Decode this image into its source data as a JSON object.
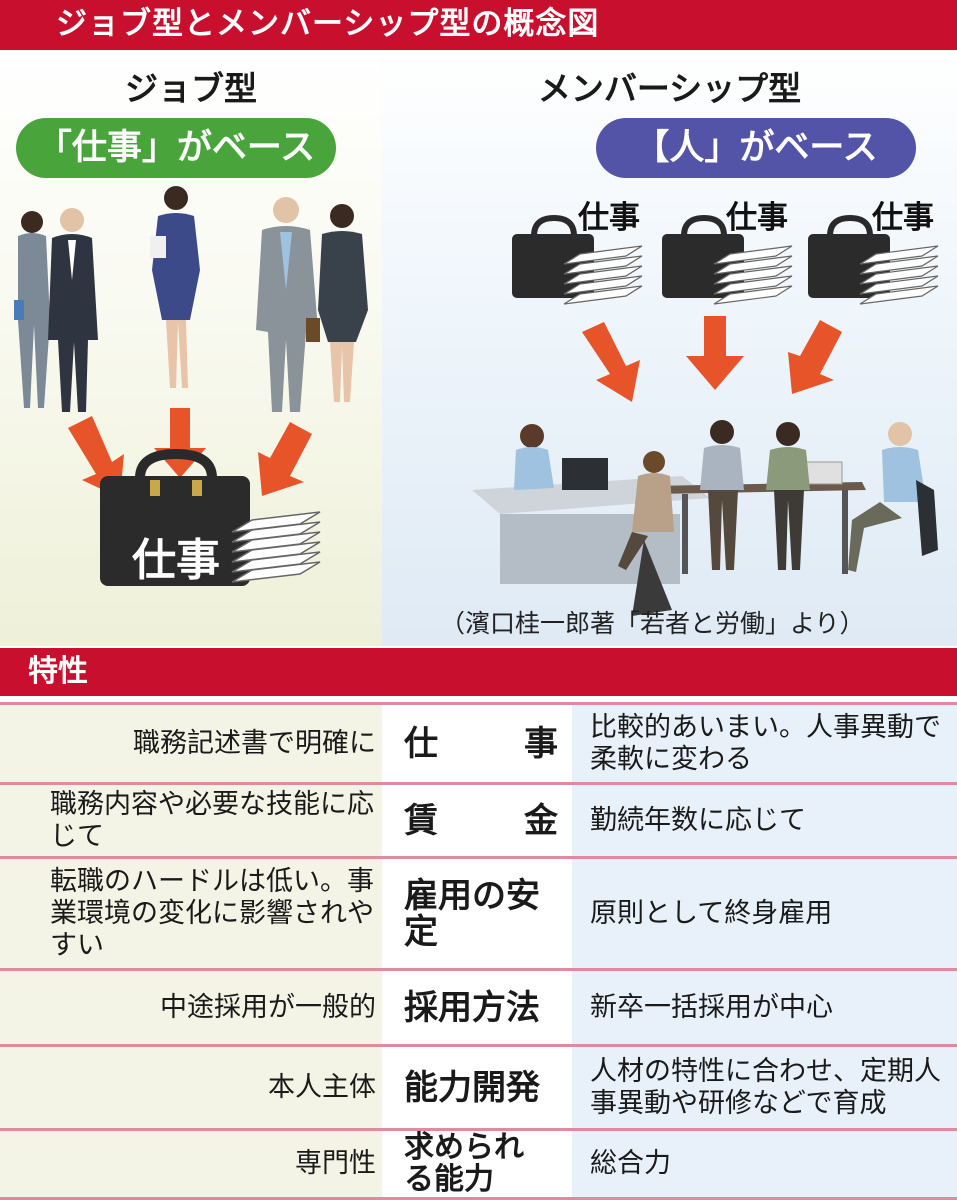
{
  "title": "ジョブ型とメンバーシップ型の概念図",
  "job_model": {
    "heading": "ジョブ型",
    "base_label": "「仕事」がベース",
    "central_job_label": "仕事"
  },
  "membership_model": {
    "heading": "メンバーシップ型",
    "base_label": "【人」がベース",
    "job_labels": [
      "仕事",
      "仕事",
      "仕事"
    ]
  },
  "citation": "（濱口桂一郎著「若者と労働」より）",
  "characteristics": {
    "header": "特性",
    "rows": [
      {
        "job": "職務記述書で明確に",
        "aspect": [
          "仕",
          "事"
        ],
        "membership": "比較的あいまい。人事異動で柔軟に変わる"
      },
      {
        "job": "職務内容や必要な技能に応じて",
        "aspect": [
          "賃",
          "金"
        ],
        "membership": "勤続年数に応じて"
      },
      {
        "job": "転職のハードルは低い。事業環境の変化に影響されやすい",
        "aspect": [
          "雇用の安定"
        ],
        "membership": "原則として終身雇用"
      },
      {
        "job": "中途採用が一般的",
        "aspect": [
          "採用方法"
        ],
        "membership": "新卒一括採用が中心"
      },
      {
        "job": "本人主体",
        "aspect": [
          "能力開発"
        ],
        "membership": "人材の特性に合わせ、定期人事異動や研修などで育成"
      },
      {
        "job": "専門性",
        "aspect": [
          "求められる能力"
        ],
        "membership": "総合力"
      }
    ]
  },
  "colors": {
    "title_bar": "#c8102e",
    "job_pill": "#4aa43c",
    "membership_pill": "#5353a8",
    "arrow": "#e8542a",
    "row_divider": "#e08aa0"
  },
  "icons": [
    "briefcase-icon",
    "document-stack-icon",
    "arrow-down-icon",
    "person-icon",
    "office-desk-icon"
  ]
}
